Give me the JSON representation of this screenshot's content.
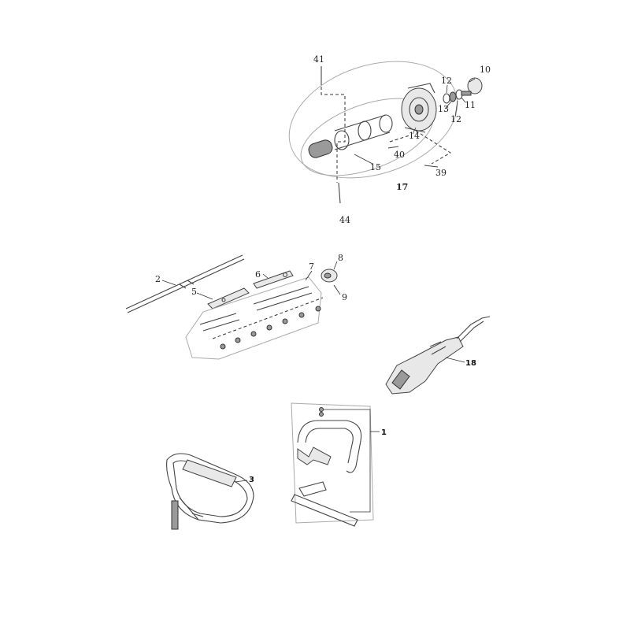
{
  "callouts": {
    "c1": "1",
    "c2": "2",
    "c3": "3",
    "c5": "5",
    "c6": "6",
    "c7": "7",
    "c8": "8",
    "c9": "9",
    "c10": "10",
    "c11": "11",
    "c12a": "12",
    "c12b": "12",
    "c13": "13",
    "c14": "14",
    "c15": "15",
    "c17": "17",
    "c18": "18",
    "c39": "39",
    "c40": "40",
    "c41": "41",
    "c44": "44"
  }
}
